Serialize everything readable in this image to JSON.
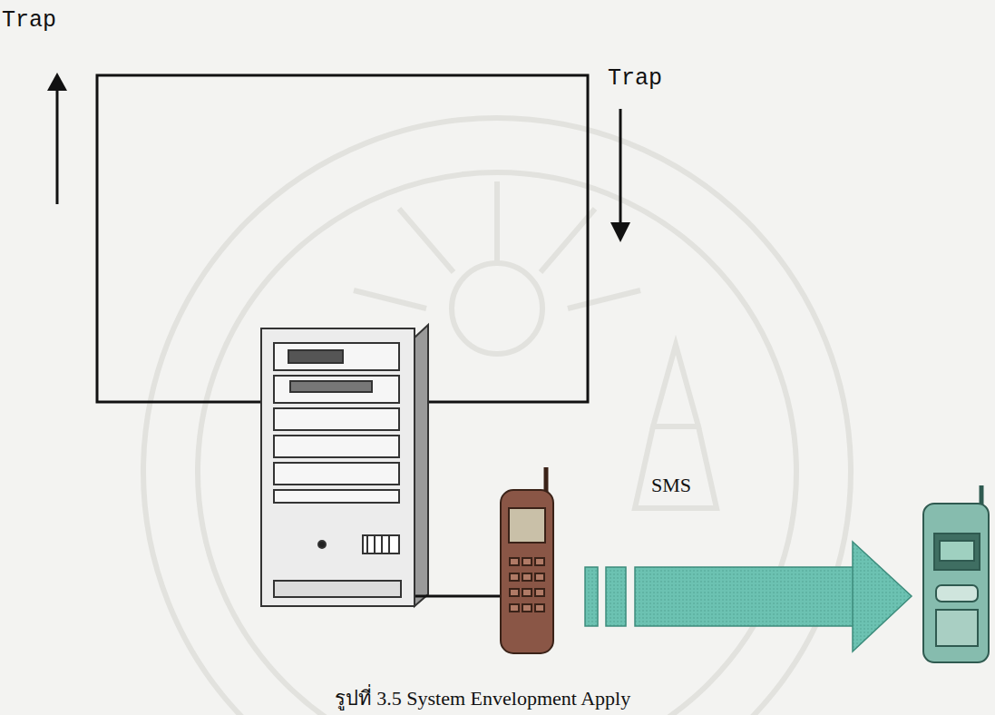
{
  "diagram": {
    "caption": "รูปที่ 3.5 System Envelopment Apply",
    "labels": [
      "Trap",
      "Trap",
      "SMS"
    ]
  }
}
